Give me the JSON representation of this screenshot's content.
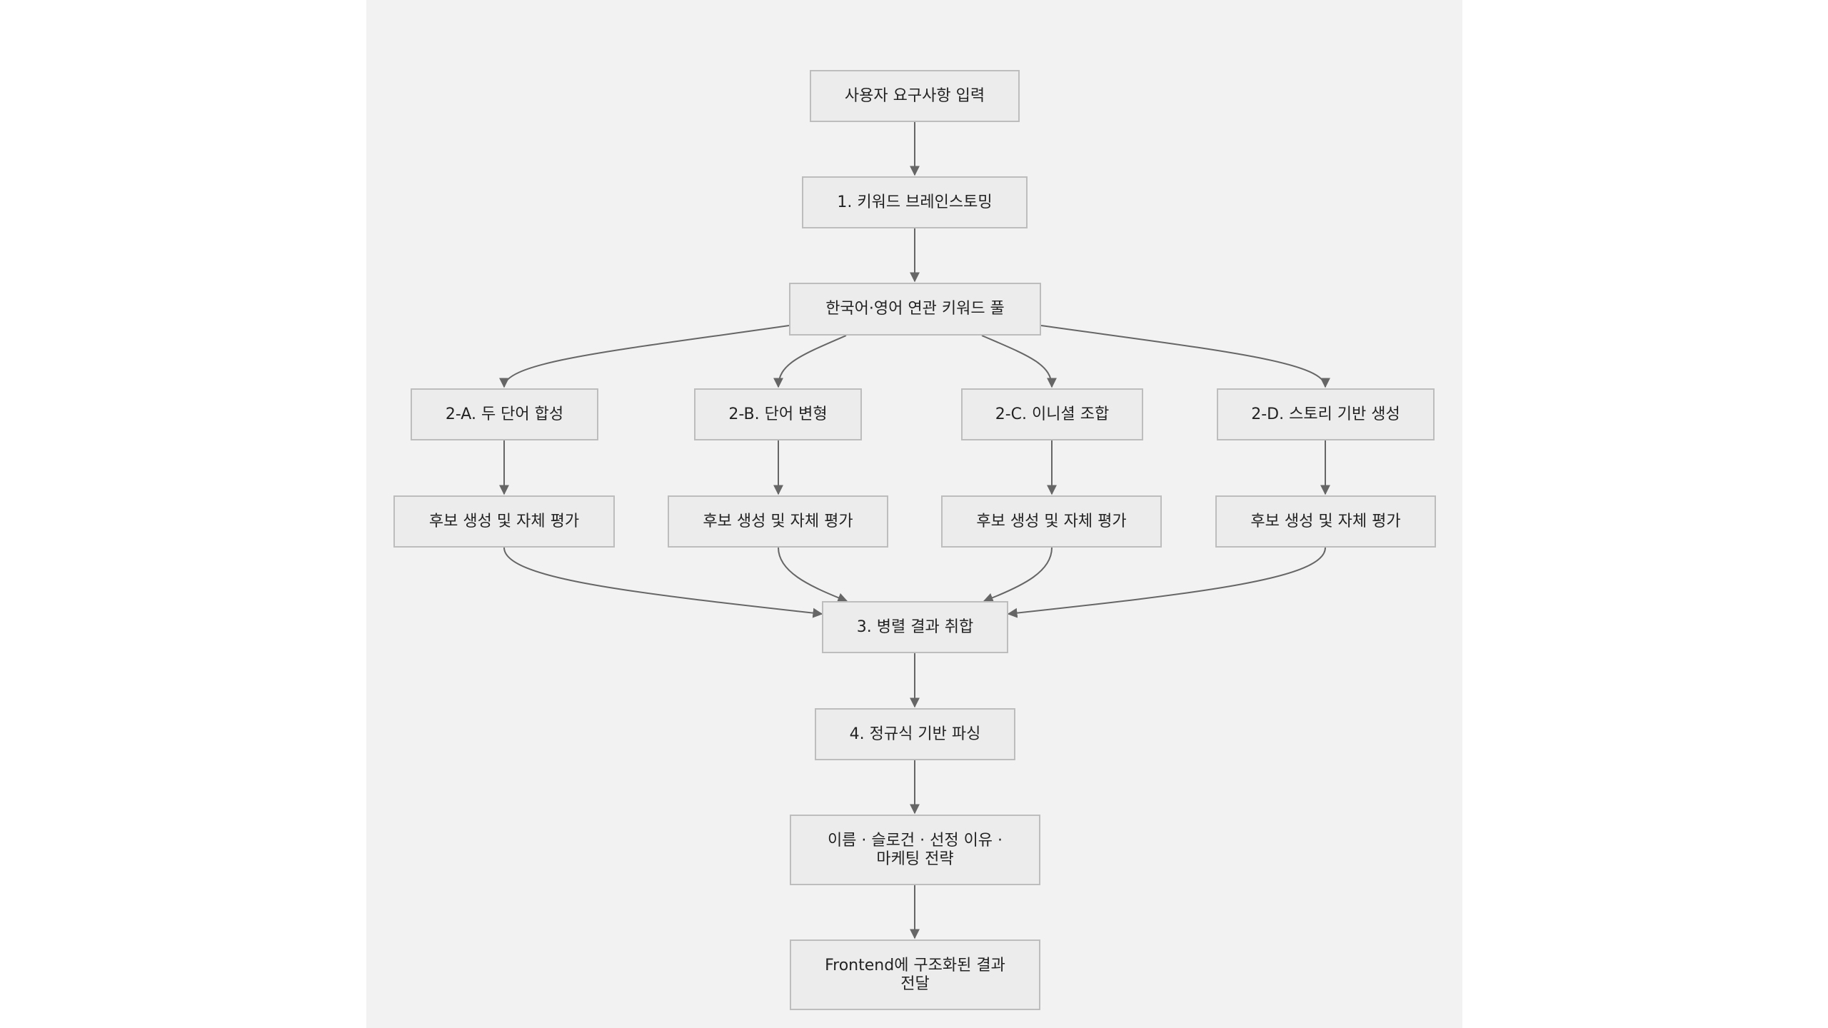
{
  "diagram": {
    "nodes": {
      "input": "사용자 요구사항 입력",
      "step1": "1. 키워드 브레인스토밍",
      "pool": "한국어·영어 연관 키워드 풀",
      "step2a": "2-A. 두 단어 합성",
      "step2b": "2-B. 단어 변형",
      "step2c": "2-C. 이니셜 조합",
      "step2d": "2-D. 스토리 기반 생성",
      "eval_a": "후보 생성 및 자체 평가",
      "eval_b": "후보 생성 및 자체 평가",
      "eval_c": "후보 생성 및 자체 평가",
      "eval_d": "후보 생성 및 자체 평가",
      "step3": "3. 병렬 결과 취합",
      "step4": "4. 정규식 기반 파싱",
      "output": "이름 · 슬로건 · 선정 이유 ·\n마케팅 전략",
      "frontend": "Frontend에 구조화된 결과\n전달"
    },
    "colors": {
      "background": "#f2f2f2",
      "node_fill": "#ececec",
      "node_border": "#bdbdbd",
      "edge": "#666666",
      "text": "#222222"
    }
  }
}
